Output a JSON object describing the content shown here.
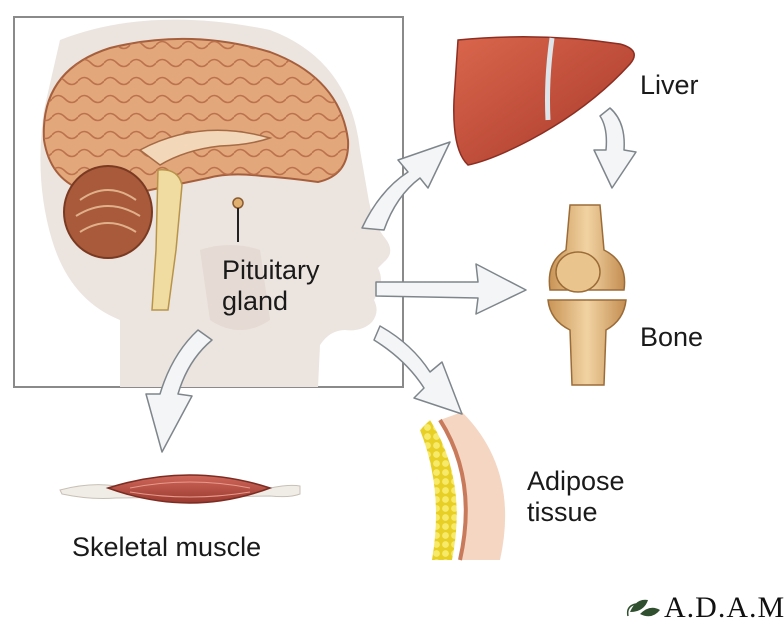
{
  "labels": {
    "pituitary_line1": "Pituitary",
    "pituitary_line2": "gland",
    "liver": "Liver",
    "bone": "Bone",
    "adipose_line1": "Adipose",
    "adipose_line2": "tissue",
    "muscle": "Skeletal muscle"
  },
  "logo": {
    "text": "A.D.A.M."
  },
  "colors": {
    "brain": "#e3a77c",
    "liver": "#c24a37",
    "bone": "#e8c493",
    "fat": "#f2df3c",
    "muscle": "#b84c3f",
    "arrow": "#f3f5f6",
    "frame": "#8a8a8a"
  }
}
